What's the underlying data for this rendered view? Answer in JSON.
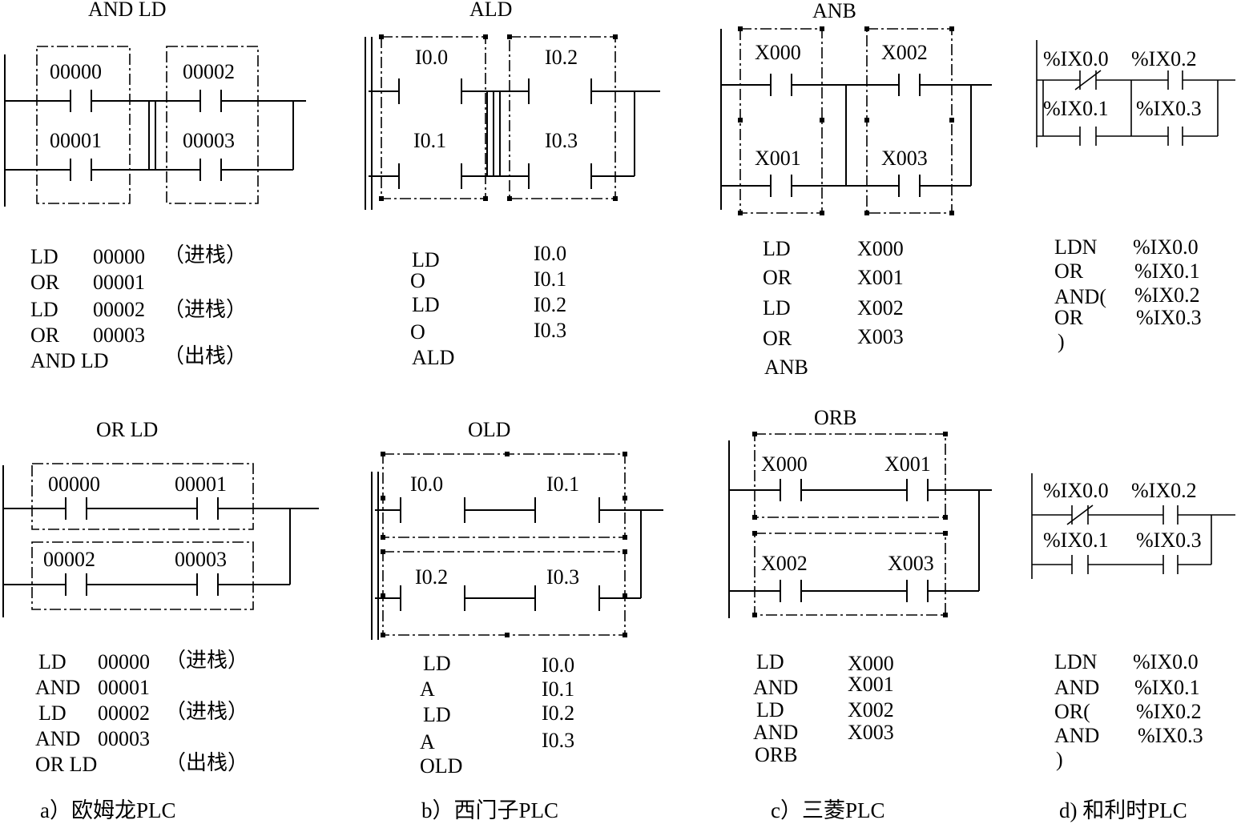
{
  "panels": {
    "a": {
      "caption": "a）欧姆龙PLC",
      "top": {
        "title": "AND  LD",
        "contacts": [
          "00000",
          "00001",
          "00002",
          "00003"
        ],
        "program": [
          {
            "op": "LD",
            "arg": "00000",
            "note": "（进栈）"
          },
          {
            "op": "OR",
            "arg": "00001",
            "note": ""
          },
          {
            "op": "LD",
            "arg": "00002",
            "note": "（进栈）"
          },
          {
            "op": "OR",
            "arg": "00003",
            "note": ""
          },
          {
            "op": "AND LD",
            "arg": "",
            "note": "（出栈）"
          }
        ]
      },
      "bottom": {
        "title": "OR  LD",
        "contacts": [
          "00000",
          "00001",
          "00002",
          "00003"
        ],
        "program": [
          {
            "op": "LD",
            "arg": "00000",
            "note": "（进栈）"
          },
          {
            "op": "AND",
            "arg": "00001",
            "note": ""
          },
          {
            "op": "LD",
            "arg": "00002",
            "note": "（进栈）"
          },
          {
            "op": "AND",
            "arg": "00003",
            "note": ""
          },
          {
            "op": "OR LD",
            "arg": "",
            "note": "（出栈）"
          }
        ]
      }
    },
    "b": {
      "caption": "b）西门子PLC",
      "top": {
        "title": "ALD",
        "contacts": [
          "I0.0",
          "I0.1",
          "I0.2",
          "I0.3"
        ],
        "program": [
          {
            "op": "LD",
            "arg": "I0.0"
          },
          {
            "op": "O",
            "arg": "I0.1"
          },
          {
            "op": "LD",
            "arg": "I0.2"
          },
          {
            "op": "O",
            "arg": "I0.3"
          },
          {
            "op": "ALD",
            "arg": ""
          }
        ]
      },
      "bottom": {
        "title": "OLD",
        "contacts": [
          "I0.0",
          "I0.1",
          "I0.2",
          "I0.3"
        ],
        "program": [
          {
            "op": "LD",
            "arg": "I0.0"
          },
          {
            "op": "A",
            "arg": "I0.1"
          },
          {
            "op": "LD",
            "arg": "I0.2"
          },
          {
            "op": "A",
            "arg": "I0.3"
          },
          {
            "op": "OLD",
            "arg": ""
          }
        ]
      }
    },
    "c": {
      "caption": "c）三菱PLC",
      "top": {
        "title": "ANB",
        "contacts": [
          "X000",
          "X001",
          "X002",
          "X003"
        ],
        "program": [
          {
            "op": "LD",
            "arg": "X000"
          },
          {
            "op": "OR",
            "arg": "X001"
          },
          {
            "op": "LD",
            "arg": "X002"
          },
          {
            "op": "OR",
            "arg": "X003"
          },
          {
            "op": "ANB",
            "arg": ""
          }
        ]
      },
      "bottom": {
        "title": "ORB",
        "contacts": [
          "X000",
          "X001",
          "X002",
          "X003"
        ],
        "program": [
          {
            "op": "LD",
            "arg": "X000"
          },
          {
            "op": "AND",
            "arg": "X001"
          },
          {
            "op": "LD",
            "arg": "X002"
          },
          {
            "op": "AND",
            "arg": "X003"
          },
          {
            "op": "ORB",
            "arg": ""
          }
        ]
      }
    },
    "d": {
      "caption": "d) 和利时PLC",
      "top": {
        "contacts": [
          "%IX0.0",
          "%IX0.2",
          "%IX0.1",
          "%IX0.3"
        ],
        "program": [
          {
            "op": "LDN",
            "arg": "%IX0.0"
          },
          {
            "op": "OR",
            "arg": "%IX0.1"
          },
          {
            "op": "AND(",
            "arg": "%IX0.2"
          },
          {
            "op": "OR",
            "arg": "%IX0.3"
          },
          {
            "op": ")",
            "arg": ""
          }
        ]
      },
      "bottom": {
        "contacts": [
          "%IX0.0",
          "%IX0.2",
          "%IX0.1",
          "%IX0.3"
        ],
        "program": [
          {
            "op": "LDN",
            "arg": "%IX0.0"
          },
          {
            "op": "AND",
            "arg": "%IX0.1"
          },
          {
            "op": "OR(",
            "arg": "%IX0.2"
          },
          {
            "op": "AND",
            "arg": "%IX0.3"
          },
          {
            "op": ")",
            "arg": ""
          }
        ]
      }
    }
  }
}
